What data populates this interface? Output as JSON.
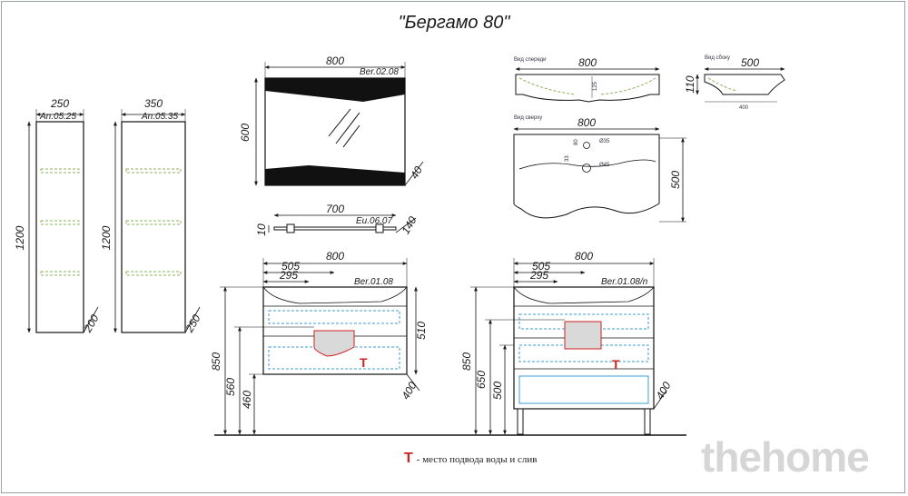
{
  "title": "\"Бергамо 80\"",
  "legend": {
    "symbol": "Т",
    "text": "- место подвода воды и слив"
  },
  "watermark": "thehome",
  "pencil_cases": [
    {
      "code": "An.05.25",
      "width": "250",
      "height": "1200",
      "depth": "200"
    },
    {
      "code": "An.05.35",
      "width": "350",
      "height": "1200",
      "depth": "250"
    }
  ],
  "mirror": {
    "code": "Ber.02.08",
    "width": "800",
    "height": "600",
    "depth": "40"
  },
  "shelf": {
    "code": "Eu.06.07",
    "width": "700",
    "height": "10",
    "depth": "140"
  },
  "sink_front": {
    "label": "Вид спереди",
    "width": "800",
    "dim_small": "125"
  },
  "sink_side": {
    "label": "Вид сбоку",
    "width": "500",
    "height": "110",
    "dim_small": "400"
  },
  "sink_top": {
    "label": "Вид сверху",
    "width": "800",
    "depth": "500",
    "d1": "Ø35",
    "d2": "Ø45",
    "d3": "80",
    "d4": "33"
  },
  "cabinet_wall": {
    "code": "Ber.01.08",
    "width": "800",
    "w2": "505",
    "w3": "295",
    "height": "510",
    "depth": "400",
    "h1": "850",
    "h2": "560",
    "h3": "460"
  },
  "cabinet_floor": {
    "code": "Ber.01.08/n",
    "width": "800",
    "w2": "505",
    "w3": "295",
    "depth": "400",
    "h1": "850",
    "h2": "650",
    "h3": "500"
  }
}
